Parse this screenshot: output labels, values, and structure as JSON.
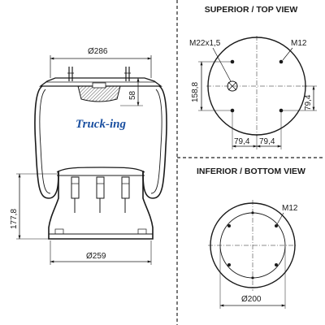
{
  "side_view": {
    "dim_top_diameter": "Ø286",
    "dim_bead_height": "58",
    "dim_piston_height": "177,8",
    "dim_bottom_diameter": "Ø259",
    "brand_text": "Truck-ing"
  },
  "top_view": {
    "title": "SUPERIOR / TOP VIEW",
    "label_inlet": "M22x1,5",
    "label_stud": "M12",
    "dim_vertical_left": "158,8",
    "dim_vertical_right": "79,4",
    "dim_horizontal_1": "79,4",
    "dim_horizontal_2": "79,4"
  },
  "bottom_view": {
    "title": "INFERIOR / BOTTOM VIEW",
    "label_stud": "M12",
    "dim_diameter": "Ø200"
  },
  "colors": {
    "line": "#1a1a1a",
    "divider": "#222222",
    "brand_blue": "#1a4fa0",
    "hatch_fill": "#cccccc"
  }
}
